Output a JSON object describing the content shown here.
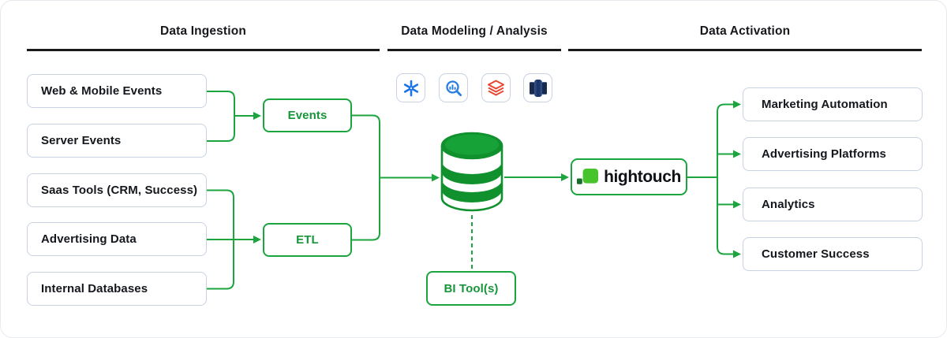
{
  "headers": {
    "ingestion": "Data Ingestion",
    "modeling": "Data Modeling / Analysis",
    "activation": "Data Activation"
  },
  "sources": {
    "items": [
      "Web & Mobile Events",
      "Server Events",
      "Saas Tools (CRM, Success)",
      "Advertising Data",
      "Internal Databases"
    ]
  },
  "transforms": {
    "events": "Events",
    "etl": "ETL"
  },
  "warehouse": {
    "bi_tools": "BI Tool(s)",
    "icons": [
      "snowflake",
      "bigquery",
      "databricks",
      "redshift"
    ]
  },
  "hightouch": {
    "wordmark": "hightouch"
  },
  "destinations": {
    "items": [
      "Marketing Automation",
      "Advertising Platforms",
      "Analytics",
      "Customer Success"
    ]
  },
  "colors": {
    "line_green": "#1ca43f",
    "text_green": "#17953a",
    "box_border": "#c8d2e2",
    "underline": "#1a1a1a",
    "snowflake_blue": "#1a73e8",
    "bigquery_blue": "#2a7de1",
    "databricks_red": "#e8442e",
    "redshift_dark": "#16294f",
    "redshift_mid": "#27457e",
    "cyl_green": "#11912e",
    "ht_light": "#47c32b",
    "ht_dark": "#176b2c"
  }
}
